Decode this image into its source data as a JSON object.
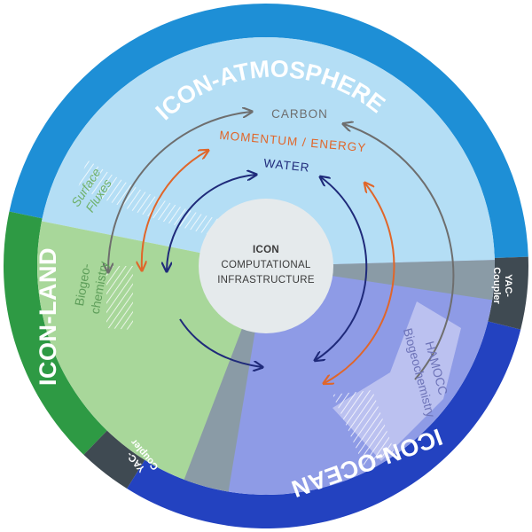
{
  "components": {
    "atmosphere": "ICON-ATMOSPHERE",
    "land": "ICON-LAND",
    "ocean": "ICON-OCEAN"
  },
  "couplers": {
    "right": [
      "YAC-",
      "Coupler"
    ],
    "bottom_left": [
      "YAC-",
      "Coupler"
    ]
  },
  "fluxes": {
    "carbon": "CARBON",
    "momentum_energy": "MOMENTUM / ENERGY",
    "water": "WATER"
  },
  "sub_modules": {
    "surface_fluxes": [
      "Surface",
      "Fluxes"
    ],
    "land_biogeochemistry": [
      "Biogeo-",
      "chemistry"
    ],
    "hamocc": "HAMOCC",
    "ocean_biogeochemistry": "Biogeochemistry"
  },
  "core": {
    "title": "ICON",
    "line1": "COMPUTATIONAL",
    "line2": "INFRASTRUCTURE"
  },
  "colors": {
    "atmosphere_ring": "#1E8FD6",
    "atmosphere_fill": "#B4DEF5",
    "land_ring": "#2E9A44",
    "land_fill": "#A8D79A",
    "ocean_ring": "#2342C0",
    "ocean_fill": "#8E9BE6",
    "coupler_dark": "#3F4A52",
    "coupler_fill": "#8A9BA6",
    "carbon": "#6E6E6E",
    "momentum_energy": "#E0662A",
    "water": "#1F2A7A",
    "core_fill": "#E5EAEC"
  }
}
